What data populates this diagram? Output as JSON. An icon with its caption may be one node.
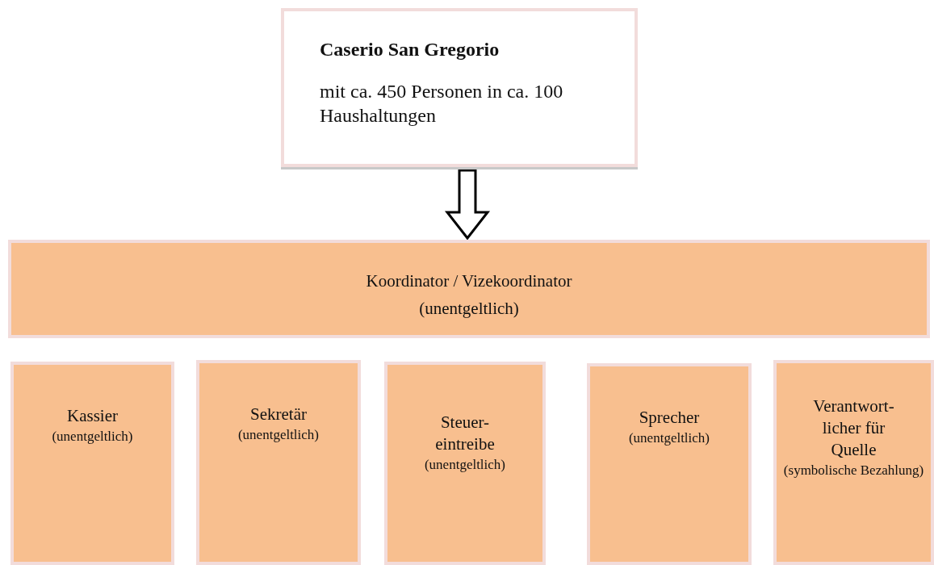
{
  "diagram": {
    "nodes": [
      {
        "text": [
          "Caserio San Gregorio",
          "mit ca. 450 Personen in ca. 100 Haushaltungen"
        ]
      },
      {
        "text": [
          "Koordinator / Vizekoordinator",
          "(unentgeltlich)"
        ]
      },
      {
        "text": [
          "Kassier",
          "(unentgeltlich)"
        ]
      },
      {
        "text": [
          "Sekretär",
          "(unentgeltlich)"
        ]
      },
      {
        "text": [
          "Steuer- eintreibe",
          "(unentgeltlich)"
        ]
      },
      {
        "text": [
          "Sprecher",
          "(unentgeltlich)"
        ]
      },
      {
        "text": [
          "Verantwort- licher für Quelle",
          "(symbolische Bezahlung)"
        ]
      }
    ],
    "edges": [
      {
        "from": 0,
        "to": 1,
        "arrow": "to"
      }
    ]
  }
}
